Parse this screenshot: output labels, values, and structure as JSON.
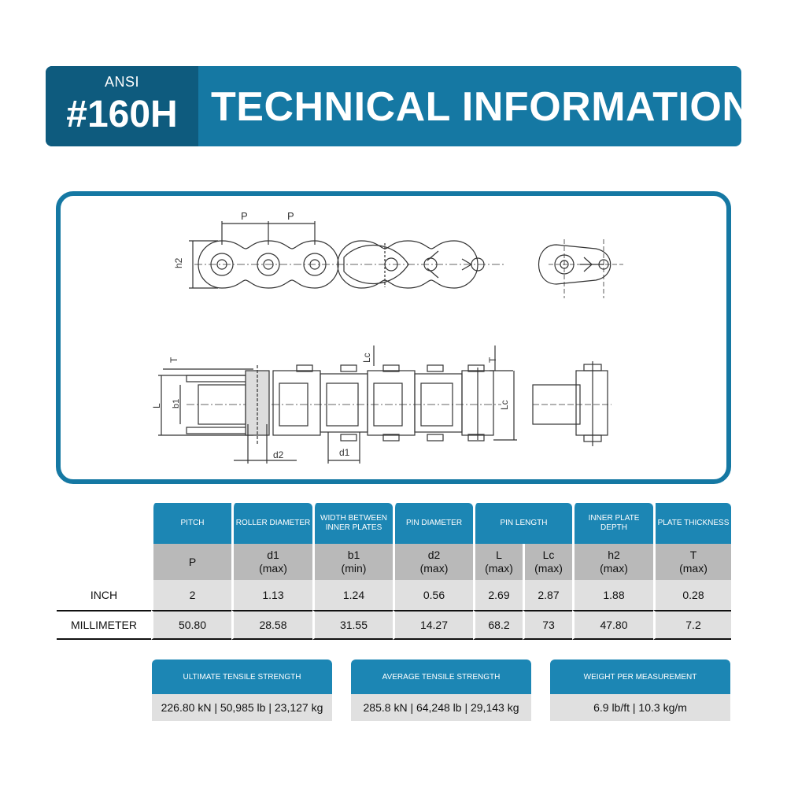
{
  "header": {
    "standard": "ANSI",
    "model": "#160H",
    "title": "TECHNICAL INFORMATION"
  },
  "diagram": {
    "labels": {
      "pitch": "P",
      "h2": "h2",
      "T": "T",
      "L": "L",
      "Lc": "Lc",
      "b1": "b1",
      "d1": "d1",
      "d2": "d2"
    }
  },
  "table": {
    "headers": {
      "pitch": "PITCH",
      "roller_diameter": "ROLLER DIAMETER",
      "width_between_inner_plates": "WIDTH BETWEEN INNER PLATES",
      "pin_diameter": "PIN DIAMETER",
      "pin_length": "PIN LENGTH",
      "inner_plate_depth": "INNER PLATE DEPTH",
      "plate_thickness": "PLATE THICKNESS"
    },
    "symbols": [
      {
        "sym": "P",
        "qual": ""
      },
      {
        "sym": "d1",
        "qual": "(max)"
      },
      {
        "sym": "b1",
        "qual": "(min)"
      },
      {
        "sym": "d2",
        "qual": "(max)"
      },
      {
        "sym": "L",
        "qual": "(max)"
      },
      {
        "sym": "Lc",
        "qual": "(max)"
      },
      {
        "sym": "h2",
        "qual": "(max)"
      },
      {
        "sym": "T",
        "qual": "(max)"
      }
    ],
    "rows": [
      {
        "label": "INCH",
        "values": [
          "2",
          "1.13",
          "1.24",
          "0.56",
          "2.69",
          "2.87",
          "1.88",
          "0.28"
        ]
      },
      {
        "label": "MILLIMETER",
        "values": [
          "50.80",
          "28.58",
          "31.55",
          "14.27",
          "68.2",
          "73",
          "47.80",
          "7.2"
        ]
      }
    ]
  },
  "strength": {
    "ultimate": {
      "label": "ULTIMATE TENSILE STRENGTH",
      "value": "226.80 kN | 50,985 lb | 23,127 kg"
    },
    "average": {
      "label": "AVERAGE TENSILE STRENGTH",
      "value": "285.8 kN | 64,248 lb | 29,143 kg"
    },
    "weight": {
      "label": "WEIGHT PER MEASUREMENT",
      "value": "6.9 lb/ft | 10.3 kg/m"
    }
  }
}
